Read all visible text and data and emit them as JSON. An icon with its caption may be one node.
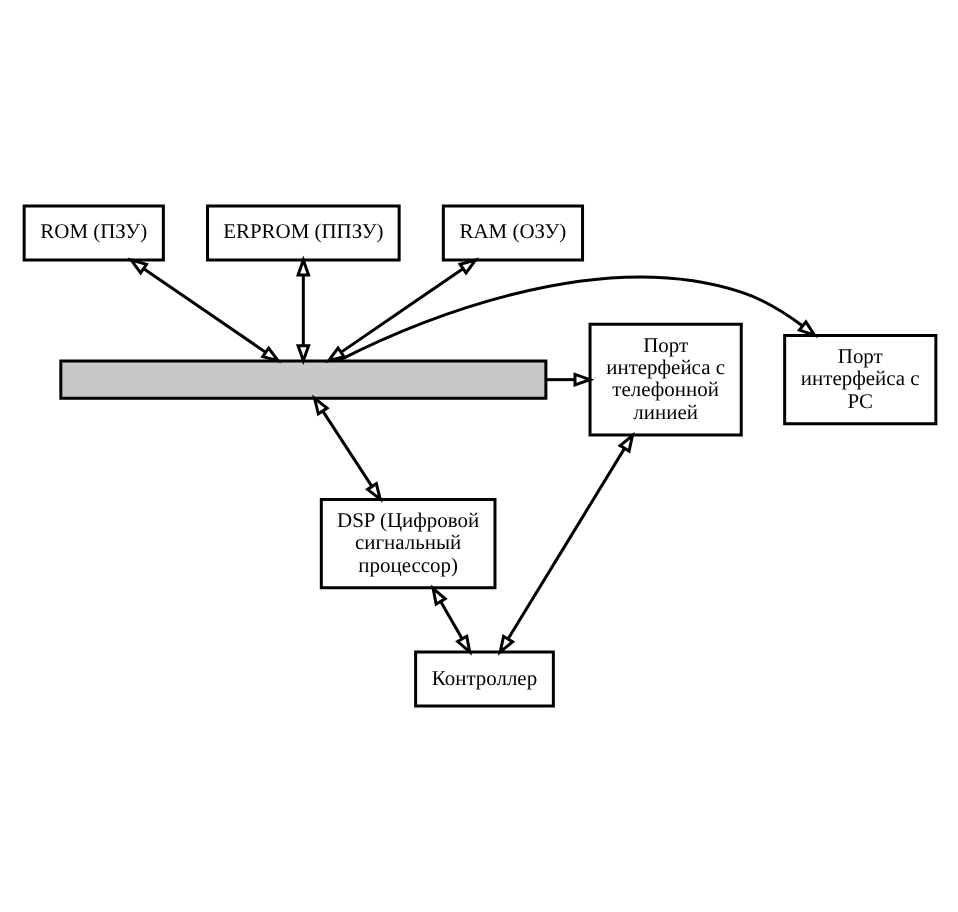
{
  "diagram": {
    "nodes": [
      {
        "text": [
          "ROM (ПЗУ)"
        ]
      },
      {
        "text": [
          "ERPROM (ППЗУ)"
        ]
      },
      {
        "text": [
          "RAM (ОЗУ)"
        ]
      },
      {
        "text": [
          "Порт интерфейса с PC"
        ]
      },
      {
        "text": [],
        "shape": "bar"
      },
      {
        "text": [
          "Порт интерфейса с телефонной линией"
        ]
      },
      {
        "text": [
          "DSP (Цифровой сигнальный процессор)"
        ]
      },
      {
        "text": [
          "Контроллер"
        ]
      }
    ],
    "edges": [
      {
        "from": 0,
        "to": 4,
        "arrow": "both"
      },
      {
        "from": 1,
        "to": 4,
        "arrow": "both"
      },
      {
        "from": 2,
        "to": 4,
        "arrow": "both"
      },
      {
        "from": 4,
        "to": 3,
        "arrow": "to"
      },
      {
        "from": 4,
        "to": 5,
        "arrow": "to"
      },
      {
        "from": 4,
        "to": 6,
        "arrow": "both"
      },
      {
        "from": 6,
        "to": 7,
        "arrow": "both"
      },
      {
        "from": 7,
        "to": 5,
        "arrow": "both"
      }
    ]
  }
}
